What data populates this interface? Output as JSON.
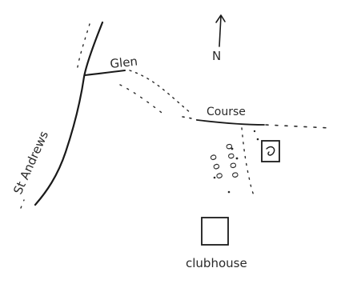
{
  "map": {
    "north_label": "N",
    "roads": {
      "st_andrews": "St Andrews",
      "glen": "Glen",
      "course": "Course"
    },
    "clubhouse_label": "clubhouse",
    "ink_color": "#1a1a1a",
    "paper_color": "#ffffff"
  }
}
